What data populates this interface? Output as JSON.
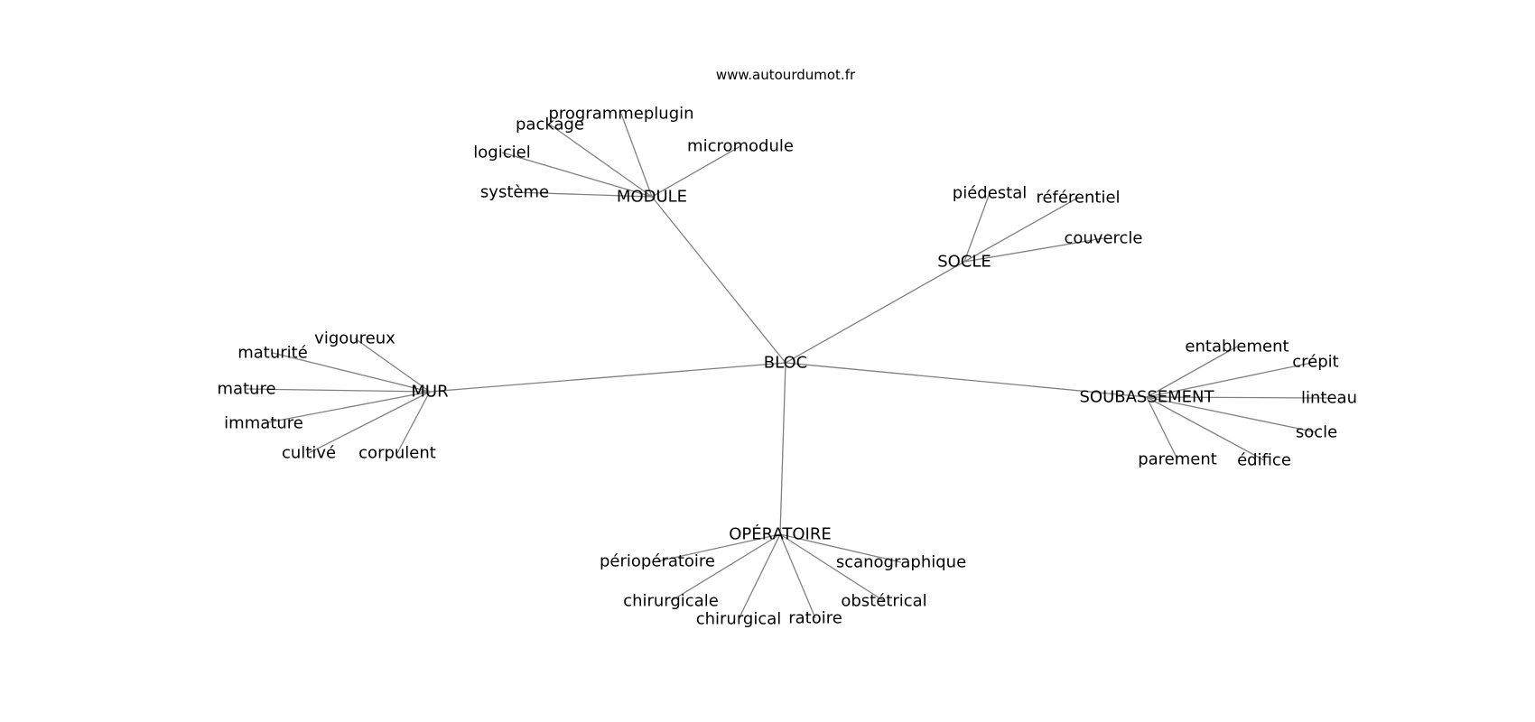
{
  "source": "www.autourdumot.fr",
  "colors": {
    "edge": "#808080",
    "text": "#000000",
    "background": "#ffffff"
  },
  "root": "BLOC",
  "nodes": [
    {
      "id": "BLOC",
      "label": "BLOC"
    },
    {
      "id": "MODULE",
      "label": "MODULE"
    },
    {
      "id": "SOCLE",
      "label": "SOCLE"
    },
    {
      "id": "MUR",
      "label": "MUR"
    },
    {
      "id": "SOUBASSEMENT",
      "label": "SOUBASSEMENT"
    },
    {
      "id": "OPERATOIRE",
      "label": "OPÉRATOIRE"
    },
    {
      "id": "programmeplugin",
      "label": "programmeplugin"
    },
    {
      "id": "package",
      "label": "package"
    },
    {
      "id": "logiciel",
      "label": "logiciel"
    },
    {
      "id": "micromodule",
      "label": "micromodule"
    },
    {
      "id": "systeme",
      "label": "système"
    },
    {
      "id": "piedestal",
      "label": "piédestal"
    },
    {
      "id": "referentiel",
      "label": "référentiel"
    },
    {
      "id": "couvercle",
      "label": "couvercle"
    },
    {
      "id": "vigoureux",
      "label": "vigoureux"
    },
    {
      "id": "maturite",
      "label": "maturité"
    },
    {
      "id": "mature",
      "label": "mature"
    },
    {
      "id": "immature",
      "label": "immature"
    },
    {
      "id": "cultive",
      "label": "cultivé"
    },
    {
      "id": "corpulent",
      "label": "corpulent"
    },
    {
      "id": "entablement",
      "label": "entablement"
    },
    {
      "id": "crepit",
      "label": "crépit"
    },
    {
      "id": "linteau",
      "label": "linteau"
    },
    {
      "id": "socle",
      "label": "socle"
    },
    {
      "id": "parement",
      "label": "parement"
    },
    {
      "id": "edifice",
      "label": "édifice"
    },
    {
      "id": "perioperatoire",
      "label": "périopératoire"
    },
    {
      "id": "scanographique",
      "label": "scanographique"
    },
    {
      "id": "chirurgicale",
      "label": "chirurgicale"
    },
    {
      "id": "obstetrical",
      "label": "obstétrical"
    },
    {
      "id": "chirurgical",
      "label": "chirurgical"
    },
    {
      "id": "ratoire",
      "label": "ratoire"
    }
  ],
  "edges": [
    [
      "BLOC",
      "MODULE"
    ],
    [
      "BLOC",
      "SOCLE"
    ],
    [
      "BLOC",
      "MUR"
    ],
    [
      "BLOC",
      "SOUBASSEMENT"
    ],
    [
      "BLOC",
      "OPERATOIRE"
    ],
    [
      "MODULE",
      "programmeplugin"
    ],
    [
      "MODULE",
      "package"
    ],
    [
      "MODULE",
      "logiciel"
    ],
    [
      "MODULE",
      "micromodule"
    ],
    [
      "MODULE",
      "systeme"
    ],
    [
      "SOCLE",
      "piedestal"
    ],
    [
      "SOCLE",
      "referentiel"
    ],
    [
      "SOCLE",
      "couvercle"
    ],
    [
      "MUR",
      "vigoureux"
    ],
    [
      "MUR",
      "maturite"
    ],
    [
      "MUR",
      "mature"
    ],
    [
      "MUR",
      "immature"
    ],
    [
      "MUR",
      "cultive"
    ],
    [
      "MUR",
      "corpulent"
    ],
    [
      "SOUBASSEMENT",
      "entablement"
    ],
    [
      "SOUBASSEMENT",
      "crepit"
    ],
    [
      "SOUBASSEMENT",
      "linteau"
    ],
    [
      "SOUBASSEMENT",
      "socle"
    ],
    [
      "SOUBASSEMENT",
      "parement"
    ],
    [
      "SOUBASSEMENT",
      "edifice"
    ],
    [
      "OPERATOIRE",
      "perioperatoire"
    ],
    [
      "OPERATOIRE",
      "scanographique"
    ],
    [
      "OPERATOIRE",
      "chirurgicale"
    ],
    [
      "OPERATOIRE",
      "obstetrical"
    ],
    [
      "OPERATOIRE",
      "chirurgical"
    ],
    [
      "OPERATOIRE",
      "ratoire"
    ]
  ]
}
